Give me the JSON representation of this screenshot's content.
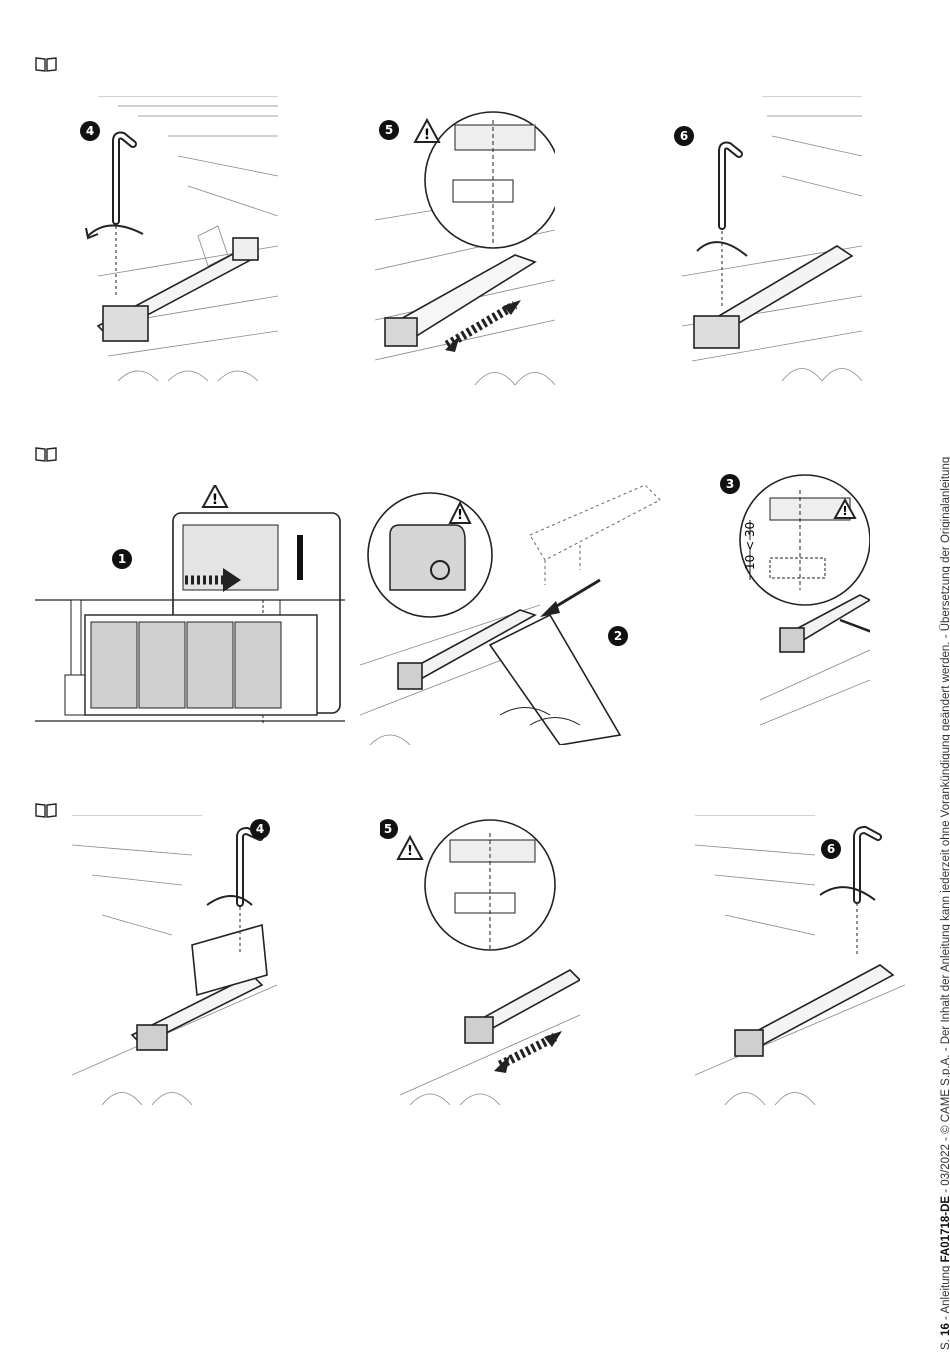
{
  "section_icons": [
    "book-icon",
    "book-icon",
    "book-icon"
  ],
  "step_labels": {
    "row1": [
      "4",
      "5",
      "6"
    ],
    "row2": [
      "1",
      "2",
      "3"
    ],
    "row3": [
      "4",
      "5",
      "6"
    ]
  },
  "measurement_label": "10 < 30",
  "footer": {
    "prefix": "S. ",
    "page": "16",
    "sep1": " - Anleitung ",
    "doc_code": "FA01718-DE",
    "rest": " - 03/2022 - © CAME S.p.A. - Der Inhalt der Anleitung kann jederzeit ohne Vorankündigung geändert werden. - Übersetzung der Originalanleitung"
  },
  "colors": {
    "line": "#2a2a2a",
    "grey": "#bdbdbd",
    "light": "#e6e6e6"
  }
}
